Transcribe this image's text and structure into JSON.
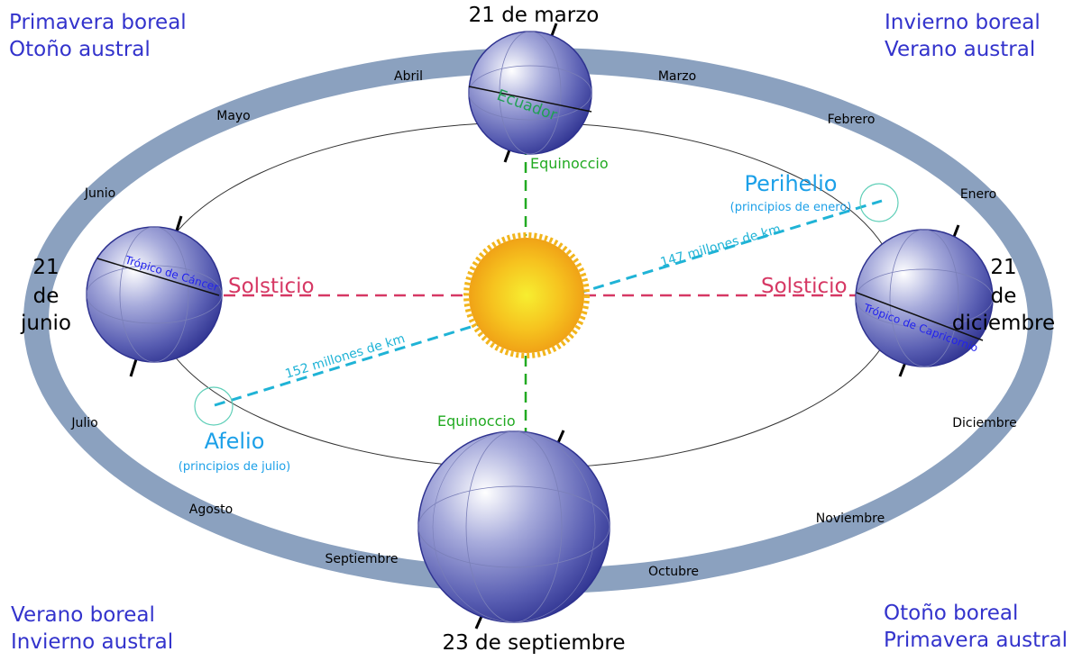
{
  "seasons": {
    "top_left": [
      "Primavera boreal",
      "Otoño austral"
    ],
    "top_right": [
      "Invierno boreal",
      "Verano austral"
    ],
    "bottom_left": [
      "Verano boreal",
      "Invierno austral"
    ],
    "bottom_right": [
      "Otoño boreal",
      "Primavera austral"
    ]
  },
  "dates": {
    "march": "21 de marzo",
    "june": [
      "21",
      "de",
      "junio"
    ],
    "december": [
      "21",
      "de",
      "diciembre"
    ],
    "september": "23 de septiembre"
  },
  "months": {
    "abril": "Abril",
    "marzo": "Marzo",
    "mayo": "Mayo",
    "febrero": "Febrero",
    "junio": "Junio",
    "enero": "Enero",
    "julio": "Julio",
    "diciembre": "Diciembre",
    "agosto": "Agosto",
    "noviembre": "Noviembre",
    "septiembre": "Septiembre",
    "octubre": "Octubre"
  },
  "labels": {
    "equinox_top": "Equinoccio",
    "equinox_bottom": "Equinoccio",
    "solstice_left": "Solsticio",
    "solstice_right": "Solsticio",
    "perihelion": "Perihelio",
    "perihelion_sub": "(principios de enero)",
    "aphelion": "Afelio",
    "aphelion_sub": "(principios de julio)",
    "dist_perihelion": "147 millones de km",
    "dist_aphelion": "152 millones de km",
    "tropic_cancer": "Trópico de Cáncer",
    "tropic_capricorn": "Trópico de Capricornio",
    "equator": "Ecuador"
  },
  "colors": {
    "orbit_band": "#8ba1bf",
    "solstice_line": "#d63864",
    "equinox_line": "#22aa22",
    "distance_line": "#1fb3d6",
    "season_text": "#3333cc"
  }
}
